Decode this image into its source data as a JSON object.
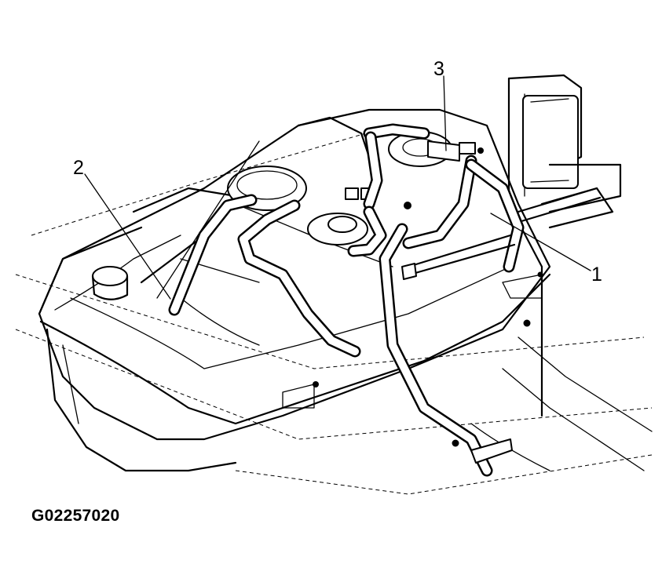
{
  "callouts": [
    {
      "id": "callout-1",
      "label": "1"
    },
    {
      "id": "callout-2",
      "label": "2"
    },
    {
      "id": "callout-3",
      "label": "3"
    }
  ],
  "figure_id": "G02257020"
}
